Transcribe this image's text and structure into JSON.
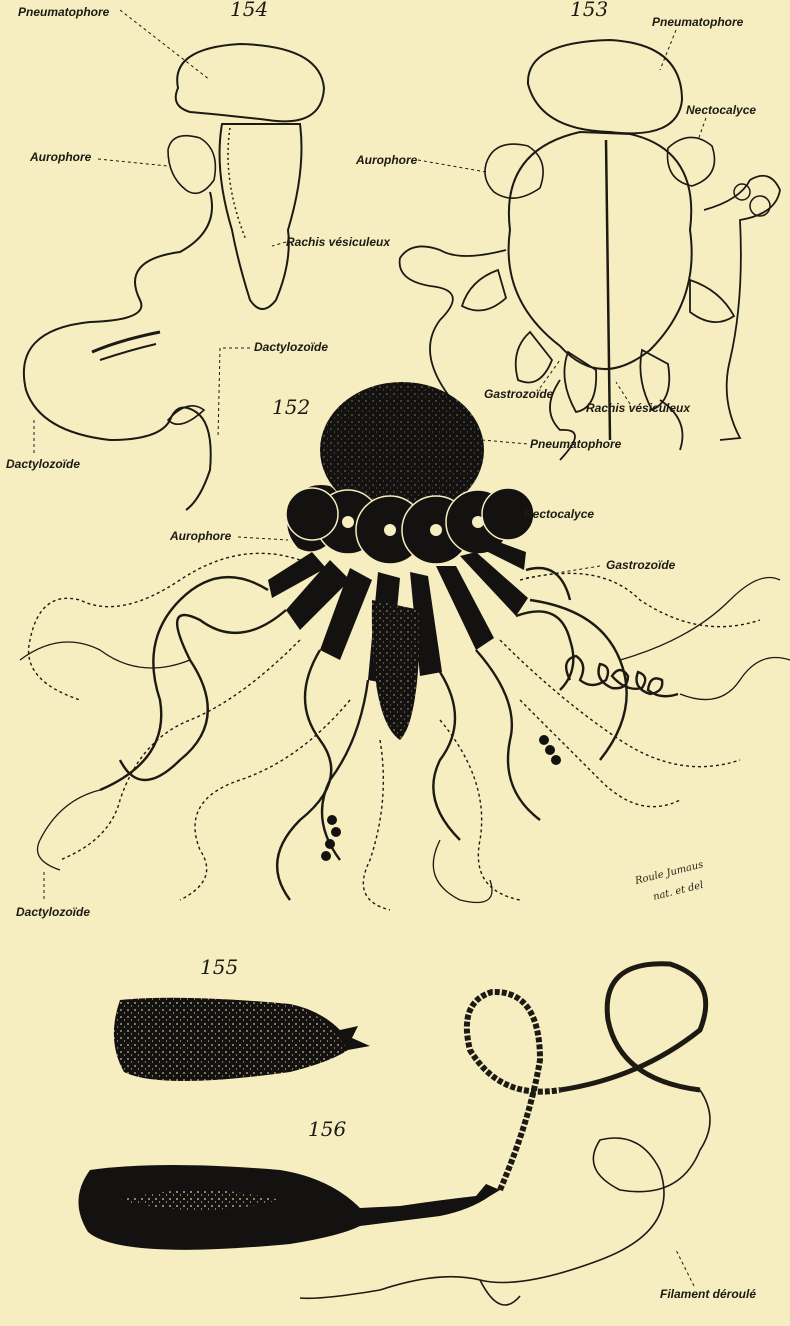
{
  "plate": {
    "background": "#f6eec0",
    "ink": "#141210",
    "signature": [
      "Roule Jumaus",
      "nat. et del"
    ]
  },
  "figures": [
    {
      "id": "fig-154",
      "number": "154",
      "labels": [
        "Pneumatophore",
        "Aurophore",
        "Rachis vésiculeux",
        "Dactylozoïde",
        "Dactylozoïde"
      ]
    },
    {
      "id": "fig-153",
      "number": "153",
      "labels": [
        "Pneumatophore",
        "Nectocalyce",
        "Aurophore",
        "Gastrozoïde",
        "Rachis vésiculeux"
      ]
    },
    {
      "id": "fig-152",
      "number": "152",
      "labels": [
        "Pneumatophore",
        "Nectocalyce",
        "Aurophore",
        "Gastrozoïde",
        "Dactylozoïde"
      ]
    },
    {
      "id": "fig-155",
      "number": "155",
      "labels": []
    },
    {
      "id": "fig-156",
      "number": "156",
      "labels": [
        "Filament déroulé"
      ]
    }
  ]
}
